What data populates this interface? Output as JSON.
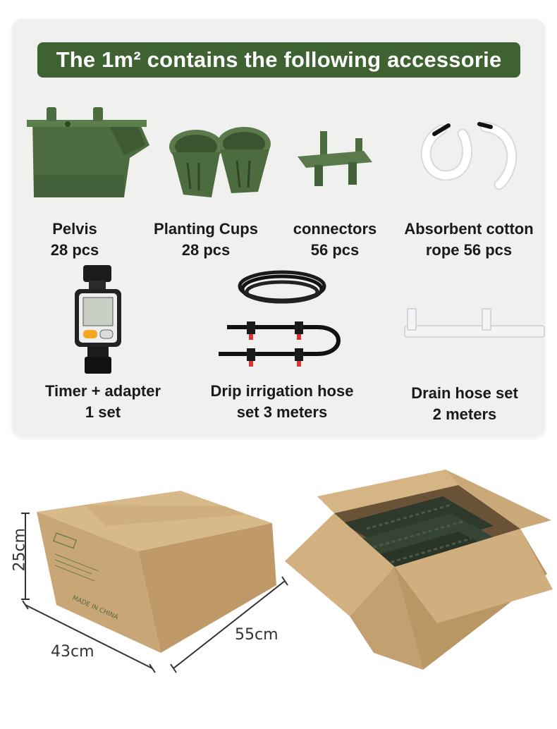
{
  "banner": {
    "title": "The 1m² contains the following accessorie"
  },
  "items": [
    {
      "name": "Pelvis",
      "qty": "28 pcs"
    },
    {
      "name": "Planting Cups",
      "qty": "28 pcs"
    },
    {
      "name": "connectors",
      "qty": "56 pcs"
    },
    {
      "name": "Absorbent cotton",
      "qty": "rope 56 pcs"
    },
    {
      "name": "Timer + adapter",
      "qty": "1 set"
    },
    {
      "name": "Drip irrigation hose",
      "qty": "set 3 meters"
    },
    {
      "name": "Drain hose set",
      "qty": "2 meters"
    }
  ],
  "box": {
    "height_label": "25cm",
    "length_label": "55cm",
    "width_label": "43cm",
    "print_text": "MADE IN CHINA"
  },
  "colors": {
    "banner_green": "#3f6232",
    "product_green": "#4c6b3e",
    "cardboard": "#cfae7e"
  }
}
